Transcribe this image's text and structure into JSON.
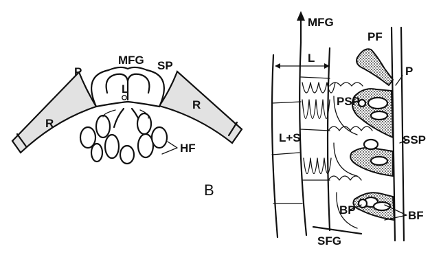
{
  "left_diagram": {
    "labels": {
      "mfg": "MFG",
      "sp": "SP",
      "p": "P",
      "l": "L",
      "r_left": "R",
      "r_right": "R",
      "hf": "HF"
    }
  },
  "panel_letter": "B",
  "right_diagram": {
    "labels": {
      "mfg": "MFG",
      "pf": "PF",
      "l": "L",
      "p": "P",
      "psp": "PSP",
      "l_plus_s": "L+S",
      "ssp": "SSP",
      "bp": "BP",
      "bf": "BF",
      "sfg": "SFG"
    }
  }
}
